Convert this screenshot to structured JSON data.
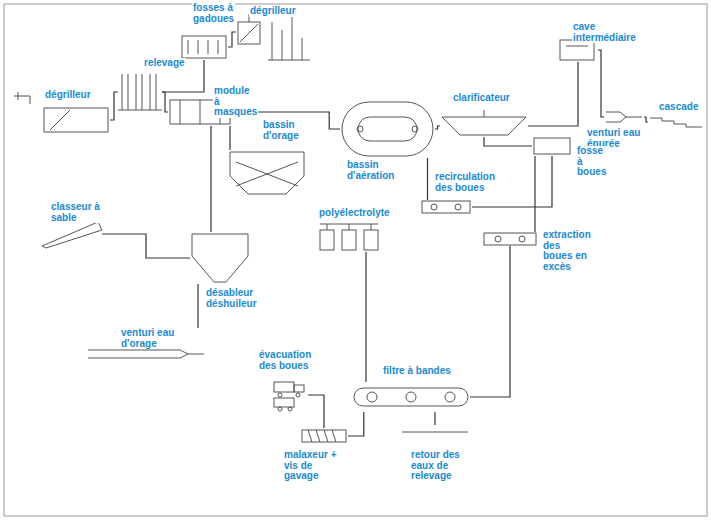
{
  "diagram": {
    "nodes": [
      {
        "text": [
          "fosses à gadoues"
        ]
      },
      {
        "text": [
          "dégrilleur"
        ]
      },
      {
        "text": [
          "dégrilleur"
        ]
      },
      {
        "text": [
          "relevage"
        ]
      },
      {
        "text": [
          "module à masques"
        ]
      },
      {
        "text": [
          "bassin d'orage"
        ]
      },
      {
        "text": [
          "bassin d'aération"
        ]
      },
      {
        "text": [
          "clarificateur"
        ]
      },
      {
        "text": [
          "cave intermédiaire"
        ]
      },
      {
        "text": [
          "venturi eau épurée"
        ]
      },
      {
        "text": [
          "cascade"
        ]
      },
      {
        "text": [
          "fosse à boues"
        ]
      },
      {
        "text": [
          "recirculation des boues"
        ]
      },
      {
        "text": [
          "extraction des boues en excès"
        ]
      },
      {
        "text": [
          "classeur à sable"
        ]
      },
      {
        "text": [
          "désableur déshuileur"
        ]
      },
      {
        "text": [
          "polyélectrolyte"
        ]
      },
      {
        "text": [
          "venturi eau d'orage"
        ]
      },
      {
        "text": [
          "évacuation des boues"
        ]
      },
      {
        "text": [
          "filtre à bandes"
        ]
      },
      {
        "text": [
          "malaxeur + vis de gavage"
        ]
      },
      {
        "text": [
          "retour des eaux de relevage"
        ]
      }
    ],
    "edges": [
      {
        "from": 2,
        "to": 3,
        "arrow": "none"
      },
      {
        "from": 0,
        "to": 3,
        "arrow": "none"
      },
      {
        "from": 1,
        "to": 0,
        "arrow": "none"
      },
      {
        "from": 3,
        "to": 4,
        "arrow": "none"
      },
      {
        "from": 4,
        "to": 6,
        "arrow": "none"
      },
      {
        "from": 4,
        "to": 15,
        "arrow": "none"
      },
      {
        "from": 4,
        "to": 5,
        "arrow": "none"
      },
      {
        "from": 15,
        "to": 14,
        "arrow": "none"
      },
      {
        "from": 15,
        "to": 17,
        "arrow": "none"
      },
      {
        "from": 6,
        "to": 7,
        "arrow": "none"
      },
      {
        "from": 7,
        "to": 8,
        "arrow": "none"
      },
      {
        "from": 8,
        "to": 9,
        "arrow": "none"
      },
      {
        "from": 9,
        "to": 10,
        "arrow": "none"
      },
      {
        "from": 7,
        "to": 11,
        "arrow": "none"
      },
      {
        "from": 11,
        "to": 12,
        "arrow": "none"
      },
      {
        "from": 12,
        "to": 6,
        "arrow": "none"
      },
      {
        "from": 11,
        "to": 13,
        "arrow": "none"
      },
      {
        "from": 13,
        "to": 19,
        "arrow": "none"
      },
      {
        "from": 16,
        "to": 19,
        "arrow": "none"
      },
      {
        "from": 19,
        "to": 20,
        "arrow": "none"
      },
      {
        "from": 20,
        "to": 18,
        "arrow": "none"
      },
      {
        "from": 19,
        "to": 21,
        "arrow": "none"
      }
    ]
  }
}
